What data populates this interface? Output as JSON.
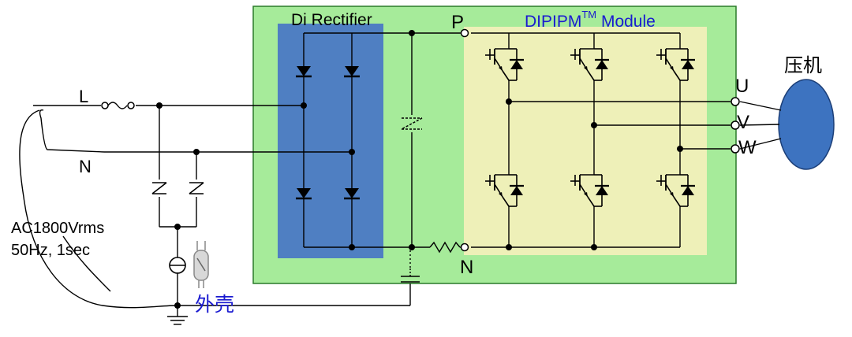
{
  "labels": {
    "rectifier_title": "Di Rectifier",
    "module_title": "DIPIPM",
    "module_title_sup": "TM",
    "module_title_tail": " Module",
    "terminal_p": "P",
    "terminal_n": "N",
    "phase_u": "U",
    "phase_v": "V",
    "phase_w": "W",
    "compressor": "压机",
    "line_l": "L",
    "line_n": "N",
    "source_line1": "AC1800Vrms",
    "source_line2": "50Hz, 1sec",
    "casing": "外壳"
  },
  "colors": {
    "panel_green": "#a6eb9a",
    "rectifier_blue": "#4f7fc2",
    "module_yellow": "#eef0b8",
    "motor_blue": "#3d73c0",
    "casing_text": "#1a1ad0",
    "wire": "#000000"
  }
}
